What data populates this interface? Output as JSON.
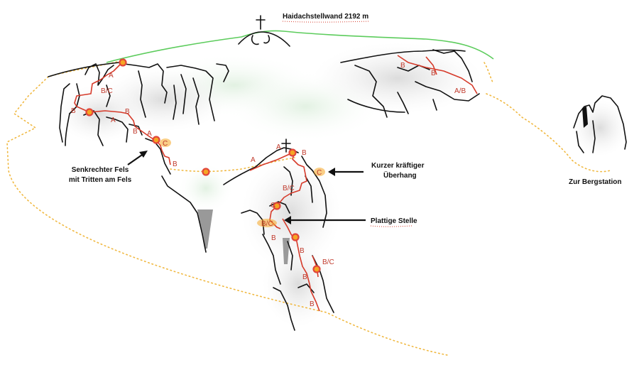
{
  "summit": {
    "name": "Haidachstellwand 2192 m"
  },
  "annotations": {
    "left_feature": [
      "Senkrechter Fels",
      "mit Tritten am Fels"
    ],
    "overhang": [
      "Kurzer kräftiger",
      "Überhang"
    ],
    "slab": "Plattige Stelle",
    "station": "Zur Bergstation"
  },
  "grades": {
    "g1": "A",
    "g2": "B/C",
    "g3": "B",
    "g4": "B",
    "g5": "A",
    "g6": "B",
    "g7": "A",
    "g8": "C",
    "g9": "B",
    "g10": "A",
    "g11": "A",
    "g12": "B",
    "g13": "C",
    "g14": "B/C",
    "g15": "C",
    "g16": "B/C",
    "g17": "B",
    "g18": "B",
    "g19": "B/C",
    "g20": "B",
    "g21": "B",
    "g22": "B",
    "g23": "B",
    "g24": "A/B"
  },
  "colors": {
    "route": "#d63a2a",
    "ridge": "#5ccc5c",
    "trail": "#f0b840",
    "rock": "#111111",
    "marker_fill": "#f5a623",
    "marker_ring": "#e2463a"
  }
}
